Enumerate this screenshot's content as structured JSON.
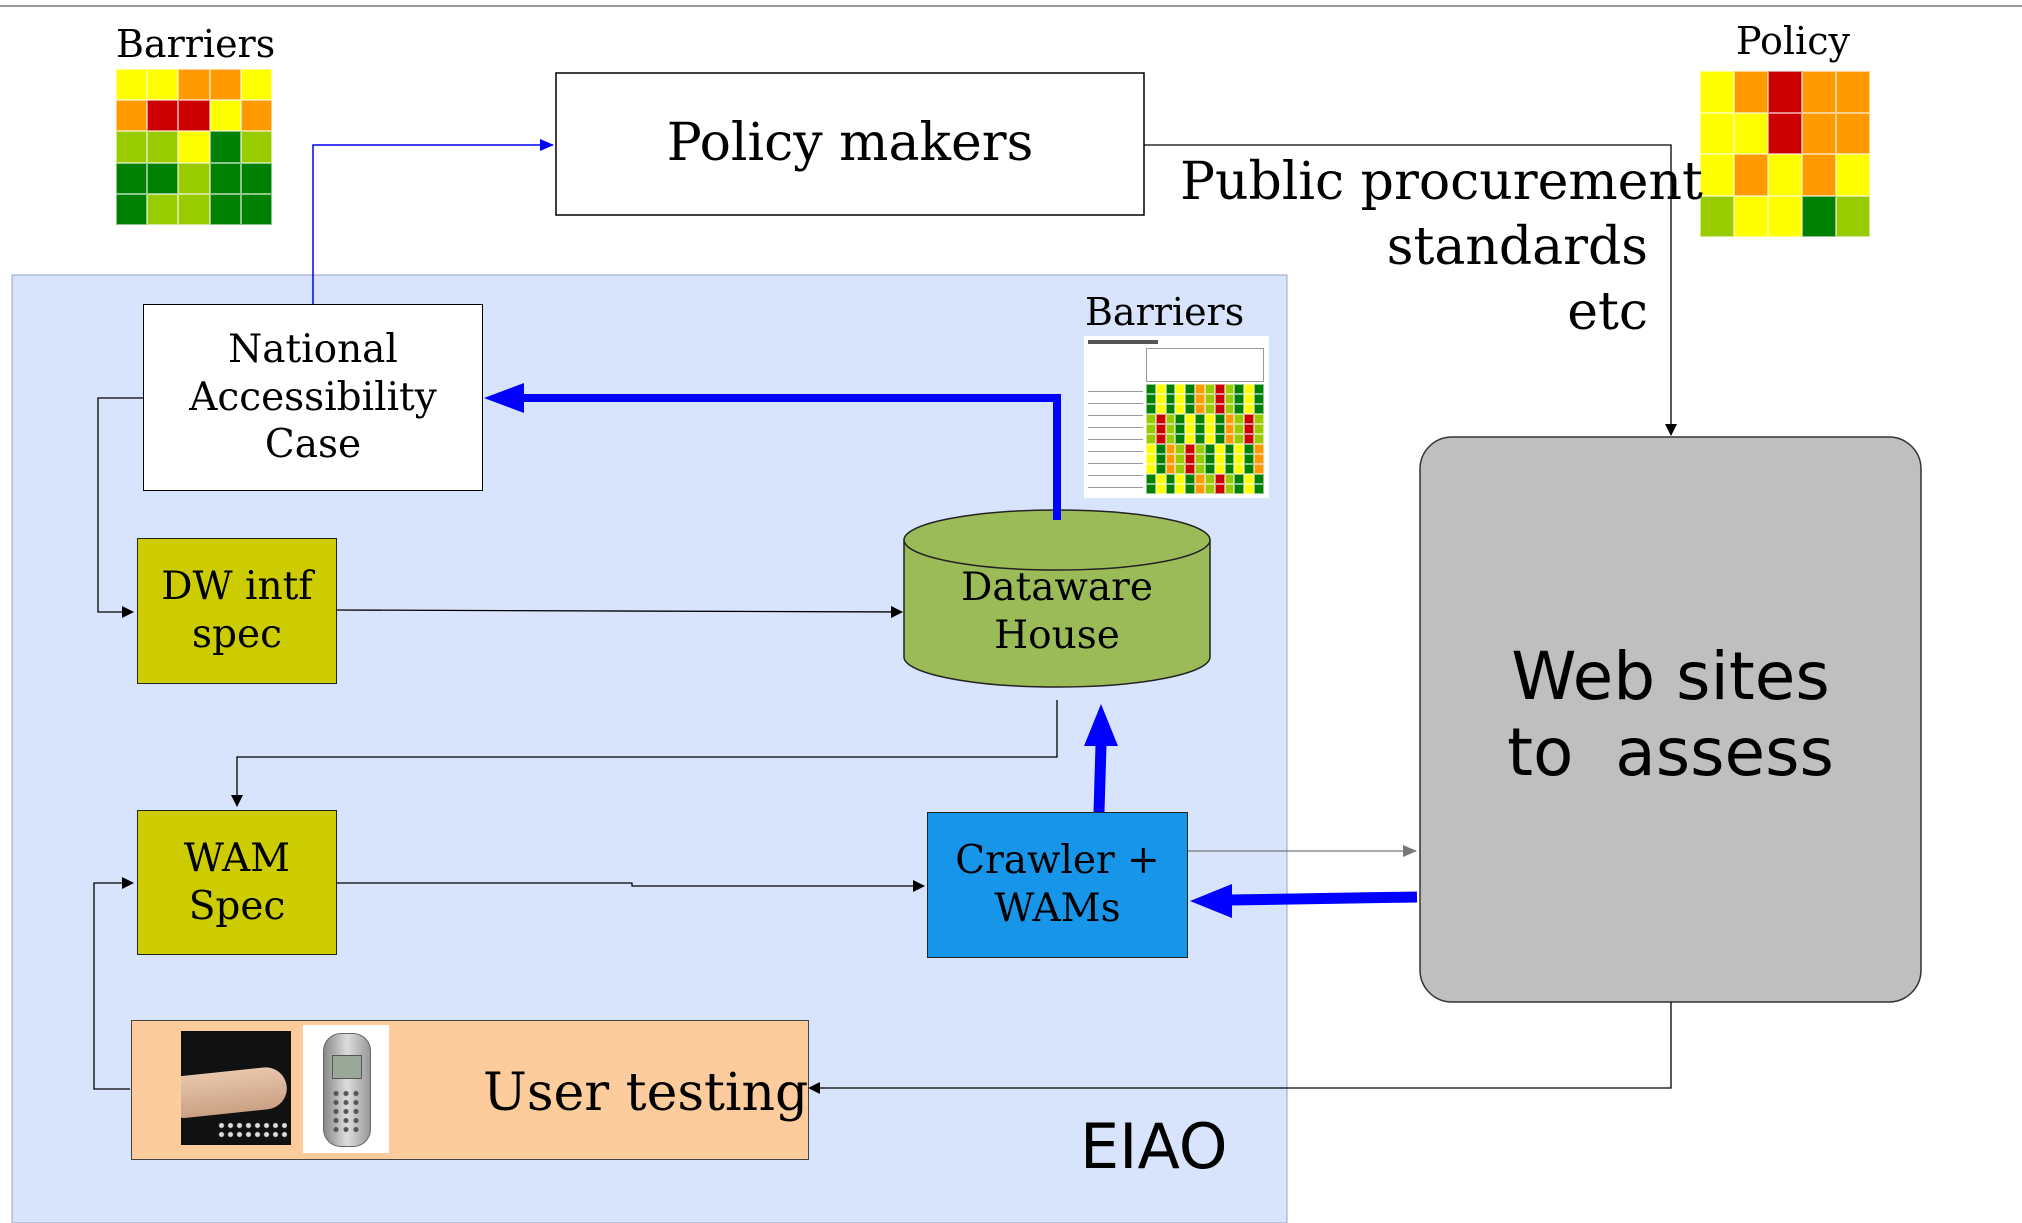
{
  "colors": {
    "eiao_region": "#d8e4fb",
    "spec_box": "#cccc00",
    "crawler_box": "#1795e8",
    "datawarehouse": "#9bbb59",
    "web_sites_box": "#bfbfbf",
    "user_testing_box": "#fdcc9c",
    "flow_arrow": "#0000ff",
    "barrier_heatmap": [
      "#ffff00",
      "#ff9900",
      "#cc0000",
      "#99cc00",
      "#008000"
    ]
  },
  "labels": {
    "barriers_top": "Barriers",
    "policy_top": "Policy",
    "policy_makers": "Policy makers",
    "procurement_line1": "Public procurement",
    "procurement_line2": "standards",
    "procurement_line3": "etc",
    "barriers_report": "Barriers",
    "national_line1": "National",
    "national_line2": "Accessibility",
    "national_line3": "Case",
    "dw_line1": "DW intf",
    "dw_line2": "spec",
    "dwh_line1": "Dataware",
    "dwh_line2": "House",
    "wam_line1": "WAM",
    "wam_line2": "Spec",
    "crawler_line1": "Crawler +",
    "crawler_line2": "WAMs",
    "web_line1": "Web sites",
    "web_line2": "to  assess",
    "user_testing": "User testing",
    "eiao": "EIAO"
  },
  "icons": {
    "barriers_grid": "heatmap-grid-icon",
    "policy_grid": "heatmap-grid-icon",
    "report": "report-table-icon",
    "braille": "braille-finger-photo",
    "phone": "mobile-phone-photo"
  }
}
